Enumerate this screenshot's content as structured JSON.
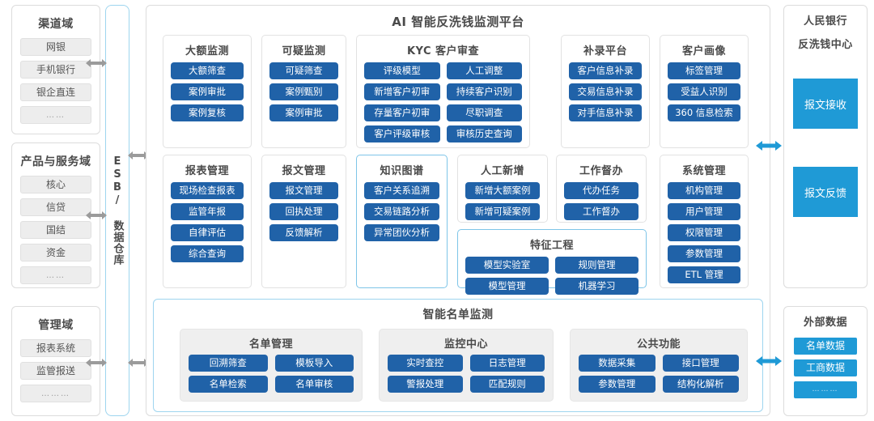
{
  "left_domains": [
    {
      "title": "渠道域",
      "items": [
        "网银",
        "手机银行",
        "银企直连",
        "……"
      ]
    },
    {
      "title": "产品与服务域",
      "items": [
        "核心",
        "信贷",
        "国结",
        "资金",
        "……"
      ]
    },
    {
      "title": "管理域",
      "items": [
        "报表系统",
        "监管报送",
        "………"
      ]
    }
  ],
  "esb": {
    "label": "ESB/ 数据仓库"
  },
  "platform": {
    "title": "AI 智能反洗钱监测平台",
    "row1": [
      {
        "title": "大额监测",
        "items": [
          "大额筛查",
          "案例审批",
          "案例复核"
        ],
        "cols": 1,
        "highlight": false
      },
      {
        "title": "可疑监测",
        "items": [
          "可疑筛查",
          "案例甄别",
          "案例审批"
        ],
        "cols": 1,
        "highlight": false
      },
      {
        "title": "KYC 客户审查",
        "items": [
          "评级模型",
          "人工调整",
          "新增客户初审",
          "持续客户识别",
          "存量客户初审",
          "尽职调查",
          "客户评级审核",
          "审核历史查询"
        ],
        "cols": 2,
        "highlight": false
      },
      {
        "title": "补录平台",
        "items": [
          "客户信息补录",
          "交易信息补录",
          "对手信息补录"
        ],
        "cols": 1,
        "highlight": false
      },
      {
        "title": "客户画像",
        "items": [
          "标签管理",
          "受益人识别",
          "360 信息检索"
        ],
        "cols": 1,
        "highlight": false
      }
    ],
    "row2": [
      {
        "title": "报表管理",
        "items": [
          "现场检查报表",
          "监管年报",
          "自律评估",
          "综合查询"
        ],
        "cols": 1,
        "highlight": false
      },
      {
        "title": "报文管理",
        "items": [
          "报文管理",
          "回执处理",
          "反馈解析"
        ],
        "cols": 1,
        "highlight": false
      },
      {
        "title": "知识图谱",
        "items": [
          "客户关系追溯",
          "交易链路分析",
          "异常团伙分析"
        ],
        "cols": 1,
        "highlight": true
      },
      {
        "title": "人工新增",
        "items": [
          "新增大额案例",
          "新增可疑案例"
        ],
        "cols": 1,
        "highlight": false
      },
      {
        "title": "工作督办",
        "items": [
          "代办任务",
          "工作督办"
        ],
        "cols": 1,
        "highlight": false
      },
      {
        "title": "系统管理",
        "items": [
          "机构管理",
          "用户管理",
          "权限管理",
          "参数管理",
          "ETL 管理"
        ],
        "cols": 1,
        "highlight": false
      }
    ],
    "feature_engineering": {
      "title": "特征工程",
      "items": [
        "模型实验室",
        "规则管理",
        "模型管理",
        "机器学习"
      ],
      "highlight": true
    },
    "list_section": {
      "title": "智能名单监测",
      "groups": [
        {
          "title": "名单管理",
          "items": [
            "回溯筛查",
            "模板导入",
            "名单检索",
            "名单审核"
          ]
        },
        {
          "title": "监控中心",
          "items": [
            "实时查控",
            "日志管理",
            "警报处理",
            "匹配规则"
          ]
        },
        {
          "title": "公共功能",
          "items": [
            "数据采集",
            "接口管理",
            "参数管理",
            "结构化解析"
          ]
        }
      ]
    }
  },
  "right_boxes": [
    {
      "title": "人民银行\n反洗钱中心",
      "title_lines": [
        "人民银行",
        "反洗钱中心"
      ],
      "blocks": [
        "报文接收",
        "报文反馈"
      ]
    },
    {
      "title": "外部数据",
      "title_lines": [
        "外部数据"
      ],
      "chips": [
        "名单数据",
        "工商数据",
        "………"
      ]
    }
  ],
  "colors": {
    "button_blue": "#2062a8",
    "cyan": "#1f9ad6",
    "arrow_gray": "#9b9b9b",
    "arrow_blue": "#1f9ad6",
    "panel_border": "#dcdcdc",
    "highlight_border": "#7ec5e8"
  }
}
